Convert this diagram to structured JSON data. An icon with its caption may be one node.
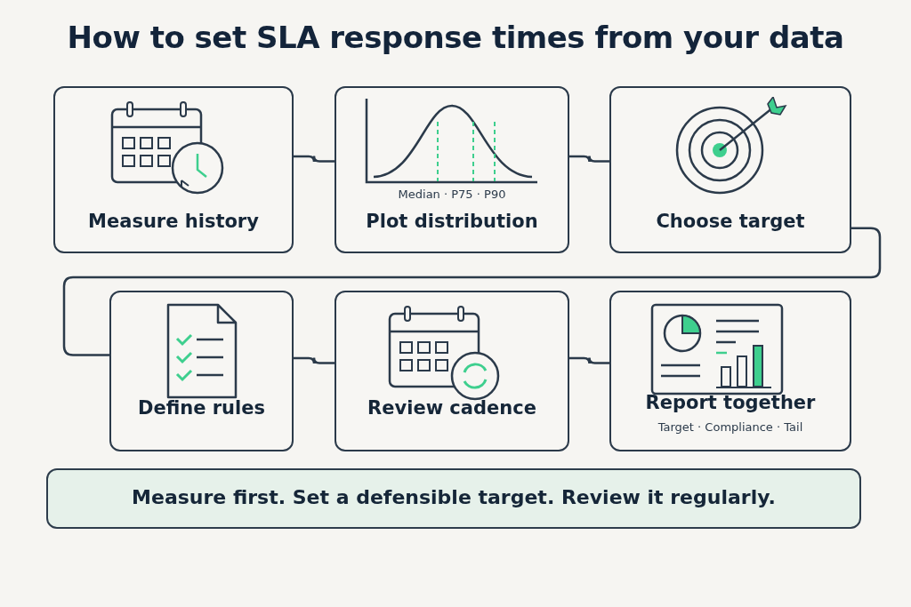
{
  "diagram": {
    "title": "How to set SLA response times from your data",
    "nodes": [
      {
        "text": [
          "Measure history"
        ]
      },
      {
        "text": [
          "Median · P75 · P90",
          "Plot distribution"
        ]
      },
      {
        "text": [
          "Choose target"
        ]
      },
      {
        "text": [
          "Define rules"
        ]
      },
      {
        "text": [
          "Review cadence"
        ]
      },
      {
        "text": [
          "Report together",
          "Target · Compliance · Tail"
        ]
      },
      {
        "text": [
          "Measure first. Set a defensible target. Review it regularly."
        ]
      }
    ],
    "edges": [
      {
        "from": 0,
        "to": 1,
        "arrow": "none"
      },
      {
        "from": 1,
        "to": 2,
        "arrow": "none"
      },
      {
        "from": 2,
        "to": 3,
        "arrow": "none"
      },
      {
        "from": 3,
        "to": 4,
        "arrow": "none"
      },
      {
        "from": 4,
        "to": 5,
        "arrow": "none"
      }
    ]
  }
}
